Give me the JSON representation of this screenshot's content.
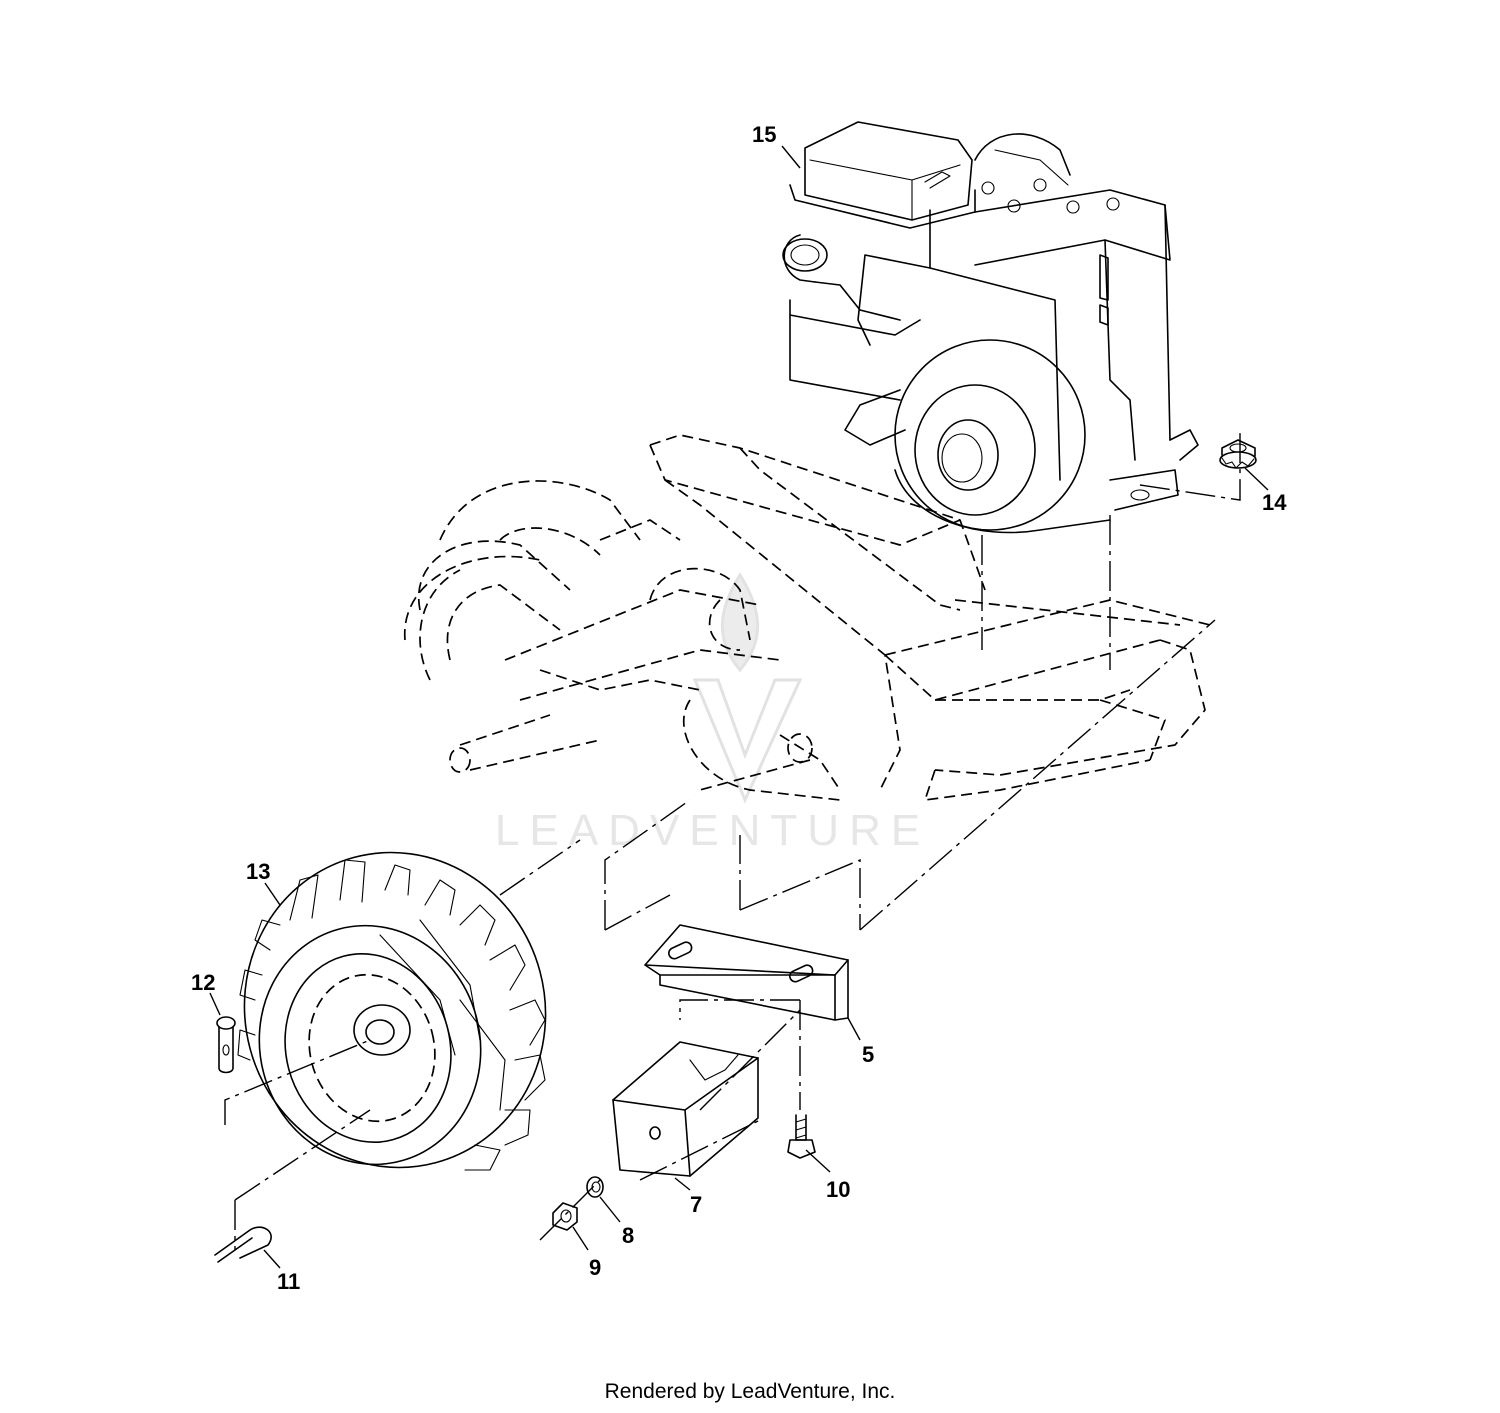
{
  "callouts": {
    "c5": "5",
    "c7": "7",
    "c8": "8",
    "c9": "9",
    "c10": "10",
    "c11": "11",
    "c12": "12",
    "c13": "13",
    "c14": "14",
    "c15": "15"
  },
  "watermark": "LEADVENTURE",
  "footer": "Rendered by LeadVenture, Inc."
}
